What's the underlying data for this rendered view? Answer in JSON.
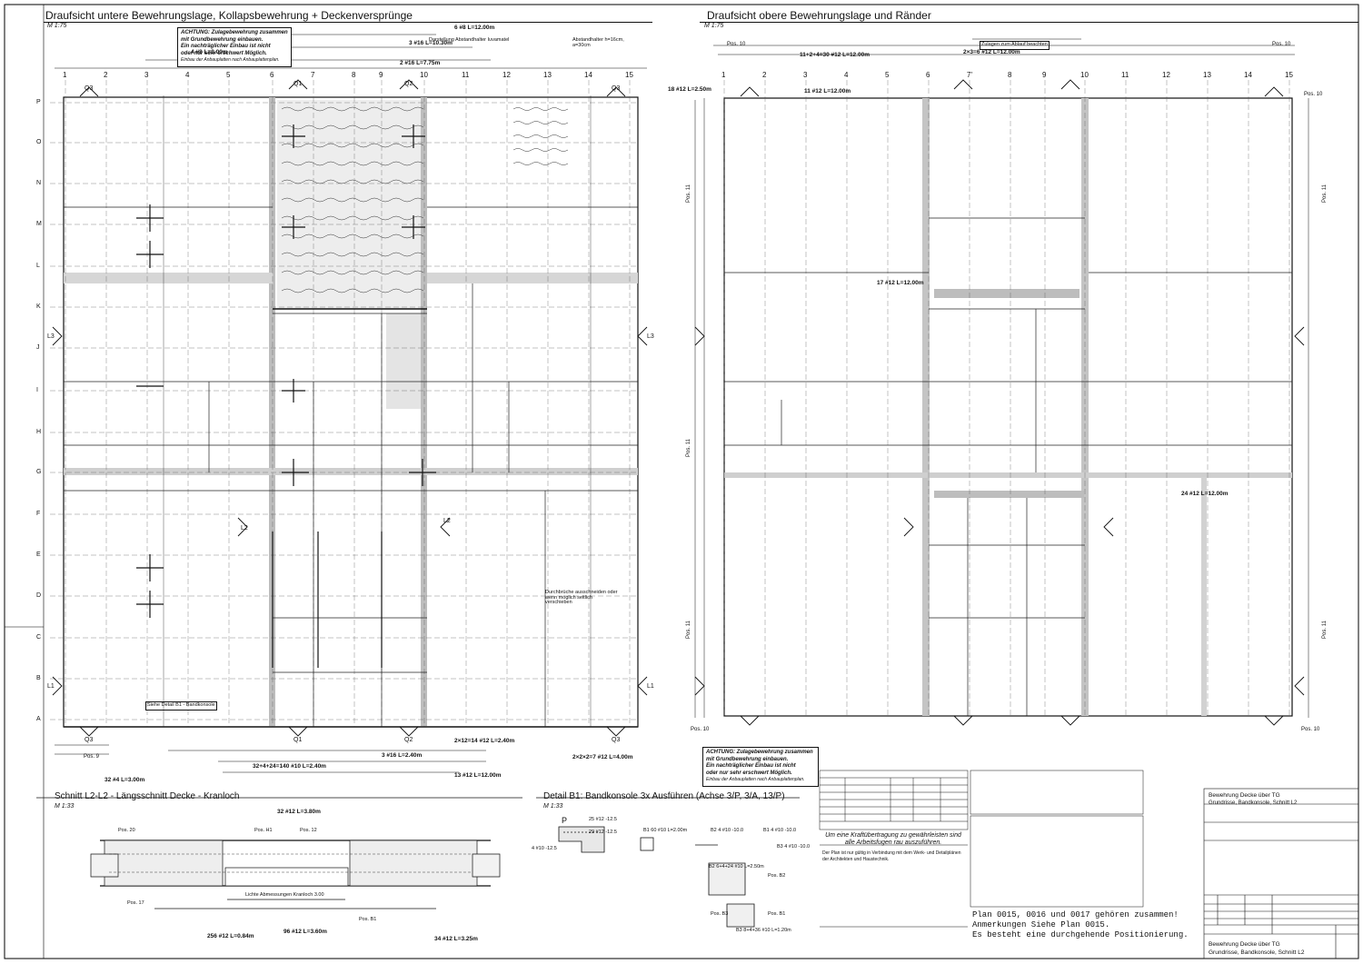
{
  "left_plan": {
    "title": "Draufsicht untere Bewehrungslage, Kollapsbewehrung + Deckenversprünge",
    "scale": "M 1:75",
    "note": [
      "ACHTUNG: Zulagebewehrung zusammen",
      "mit Grundbewehrung einbauen.",
      "Ein nachträglicher Einbau ist nicht",
      "oder nur sehr erschwert Möglich.",
      "Einbau der Anbauplatten nach Anbauplattenplan."
    ],
    "axes": [
      "1",
      "2",
      "3",
      "4",
      "5",
      "6",
      "7",
      "8",
      "9",
      "10",
      "11",
      "12",
      "13",
      "14",
      "15"
    ],
    "rows": [
      "P",
      "O",
      "N",
      "M",
      "L",
      "K",
      "J",
      "I",
      "H",
      "G",
      "F",
      "E",
      "D",
      "C",
      "B",
      "A"
    ],
    "labels": [
      "6 #8 L=12.00m",
      "3 #16 L=10.30m",
      "2 #16 L=7.75m",
      "4 #8 L=3.00m",
      "32 #4 L=3.00m",
      "2×12=14 #12 L=2.40m",
      "3 #16 L=2.40m",
      "32+4+24=140 #10 L=2.40m",
      "13 #12 L=12.00m",
      "2×2×2=7 #12 L=4.00m",
      "Pos. 9",
      "Siehe Detail B1 - Bandkonsole",
      "Abstandhalter h=16cm, a=30cm",
      "Durchbrüche ausschneiden oder wenn möglich seitlich verschieben",
      "Darstellung Abstandhalter Iuvamatel"
    ],
    "sections": [
      "Q1",
      "Q2",
      "Q3",
      "L1",
      "L2",
      "L3"
    ]
  },
  "right_plan": {
    "title": "Draufsicht obere Bewehrungslage und Ränder",
    "scale": "M 1:75",
    "note": [
      "ACHTUNG: Zulagebewehrung zusammen",
      "mit Grundbewehrung einbauen.",
      "Ein nachträglicher Einbau ist nicht",
      "oder nur sehr erschwert Möglich.",
      "Einbau der Anbauplatten nach Anbauplattenplan."
    ],
    "axes": [
      "1",
      "2",
      "3",
      "4",
      "5",
      "6",
      "7'",
      "8",
      "9",
      "10",
      "11",
      "12",
      "13",
      "14",
      "15"
    ],
    "labels": [
      "Pos. 10",
      "Pos. 11",
      "11+2+4=30 #12 L=12.00m",
      "2×3=6 #12 L=12.00m",
      "11 #12 L=12.00m",
      "18 #12 L=2.50m",
      "17 #12 L=12.00m",
      "24 #12 L=12.00m",
      "Zulagen zum Ablauf beachten"
    ]
  },
  "section_l2": {
    "title": "Schnitt L2-L2 - Längsschnitt Decke - Kranloch",
    "scale": "M 1:33",
    "labels": [
      "Pos. 20",
      "Pos. H1",
      "Pos. 12",
      "Pos. 17",
      "Pos. B1",
      "32 #12 L=3.80m",
      "256 #12 L=0.84m",
      "96 #12 L=3.60m",
      "34 #12 L=3.25m",
      "Lichte Abmessungen Kranloch 3.00"
    ]
  },
  "detail_b1": {
    "title": "Detail B1: Bandkonsole 3x Ausführen (Achse 3/P, 3/A, 13/P)",
    "scale": "M 1:33",
    "labels": [
      "P",
      "25 #12 -12.5",
      "29 #12 -12.5",
      "4 #10 -12.5",
      "B1 60 #10 L=2.00m",
      "B2 6+4+24 #10 L=2.50m",
      "B3 8+4+36 #10 L=1.20m",
      "B2 4 #10 -10.0",
      "B1 4 #10 -10.0",
      "B3 4 #10 -10.0",
      "Pos. B3",
      "Pos. B1",
      "Pos. B2"
    ]
  },
  "notes_center": {
    "text1": "Um eine Kraftübertragung zu gewährleisten sind alle Arbeitsfugen rau auszuführen.",
    "text2": "Der Plan ist nur gültig in Verbindung mit dem Werk- und Detailplänen der Architekten und Haustechnik.",
    "plan_note": [
      "Plan 0015, 0016 und 0017 gehören zusammen!",
      "Anmerkungen Siehe Plan 0015.",
      "Es besteht eine durchgehende Positionierung."
    ]
  },
  "title_block": {
    "label1": "Bewehrung Decke über TG",
    "label2": "Grundrisse, Bandkonsole, Schnitt L2",
    "label3": "Bewehrung Decke über TG",
    "label4": "Grundrisse, Bandkonsole, Schnitt L2"
  }
}
